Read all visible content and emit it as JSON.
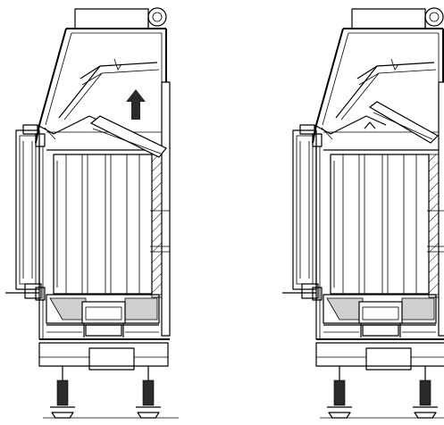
{
  "figure": {
    "panels": [
      {
        "id": "left",
        "state": "damper-open",
        "indicator": "up-arrow-icon"
      },
      {
        "id": "right",
        "state": "damper-closed",
        "indicator": "caret-up-icon"
      }
    ],
    "colors": {
      "line": "#000000",
      "fill_gray": "#cfcfcf",
      "arrow": "#2b2b2b",
      "background": "#ffffff"
    }
  }
}
